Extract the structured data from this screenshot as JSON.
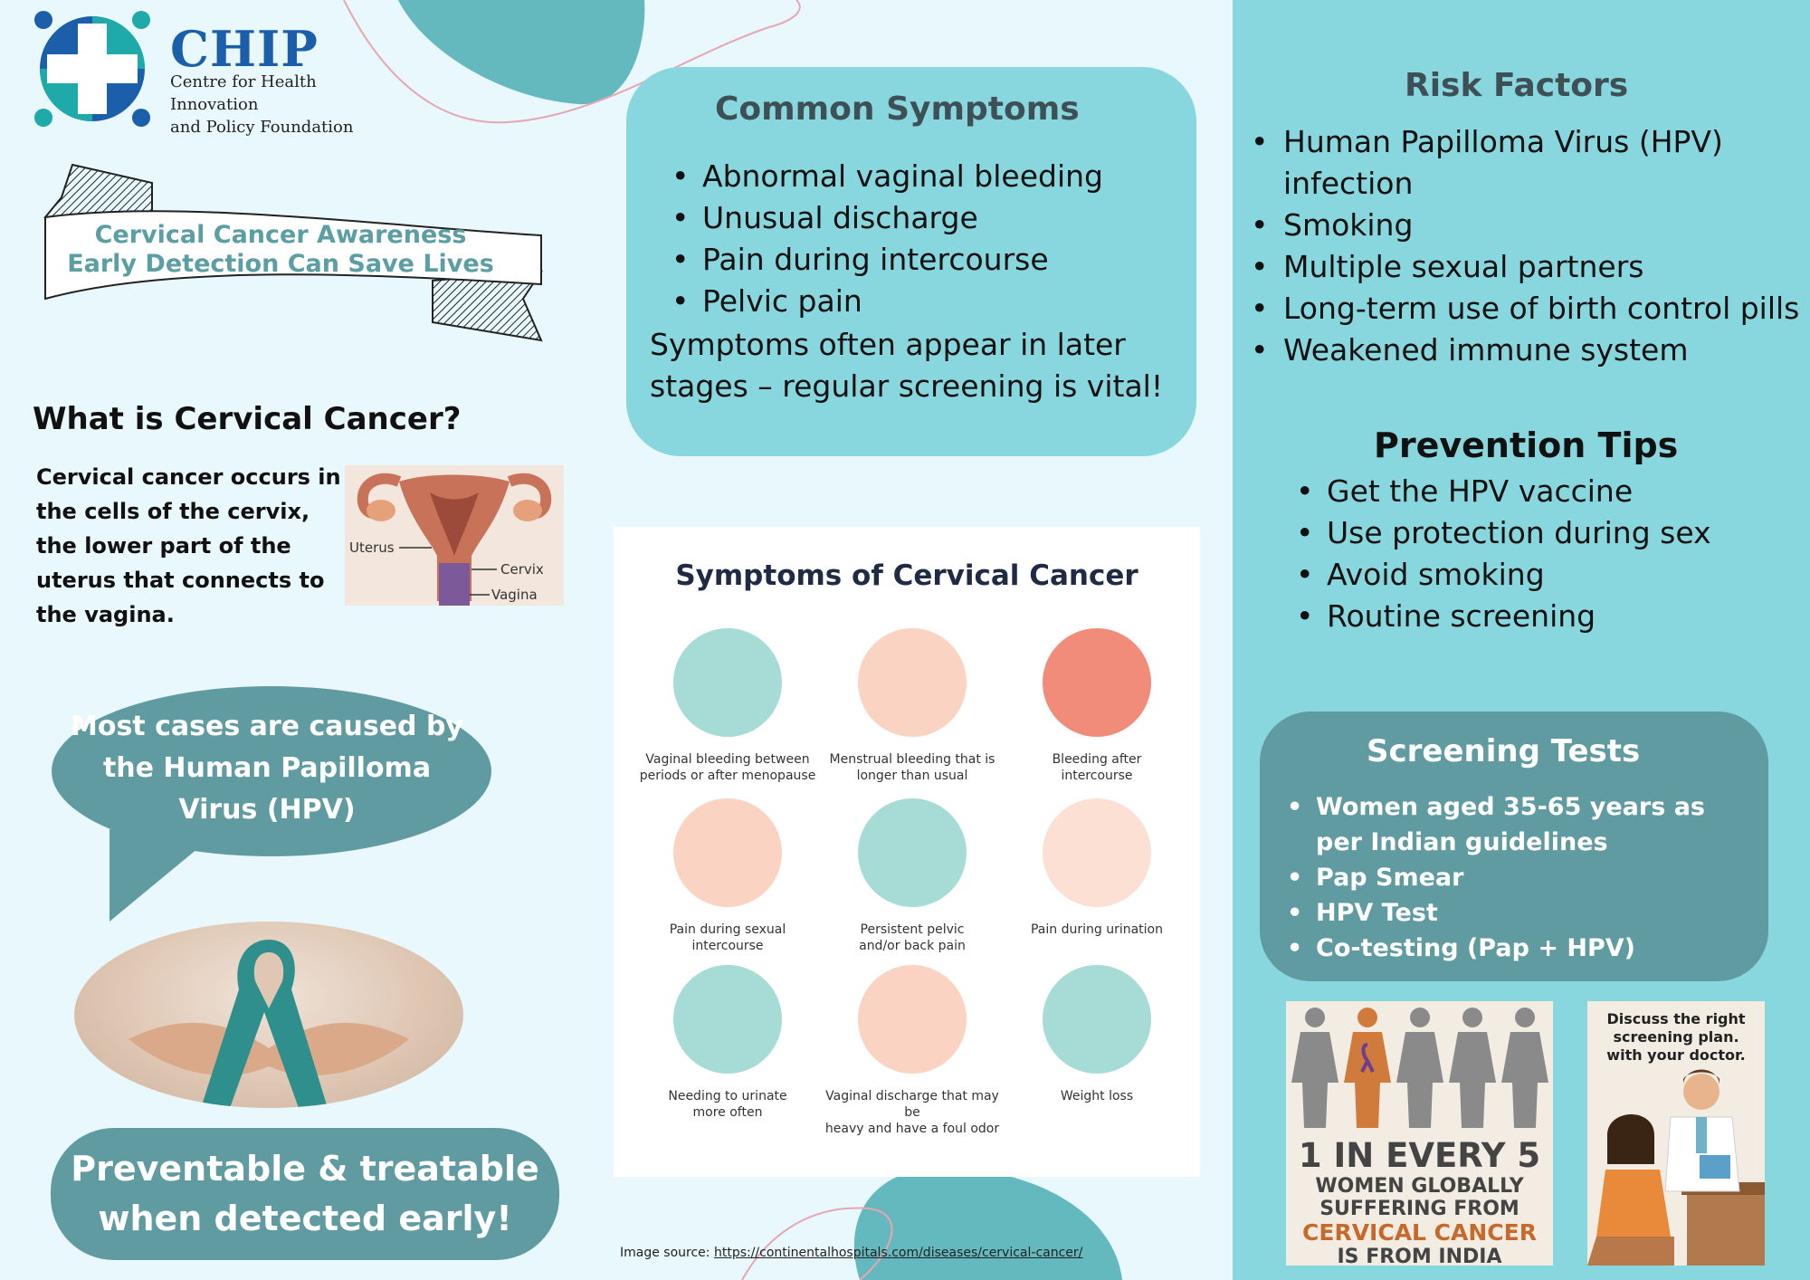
{
  "logo": {
    "title": "CHIP",
    "subtitle_line1": "Centre for Health Innovation",
    "subtitle_line2": "and Policy Foundation"
  },
  "banner": {
    "line1": "Cervical Cancer Awareness",
    "line2": "Early Detection Can Save Lives"
  },
  "what_is": {
    "title": "What is Cervical Cancer?",
    "body": "Cervical cancer occurs in the cells of the cervix, the lower part of the uterus that connects to the vagina.",
    "labels": {
      "uterus": "Uterus",
      "cervix": "Cervix",
      "vagina": "Vagina"
    }
  },
  "bubble": {
    "text": "Most cases are caused by the Human Papilloma Virus (HPV)"
  },
  "prevent": {
    "line1": "Preventable & treatable",
    "line2": "when detected early!"
  },
  "common_symptoms": {
    "title": "Common Symptoms",
    "items": [
      "Abnormal vaginal bleeding",
      "Unusual discharge",
      "Pain during intercourse",
      "Pelvic pain"
    ],
    "note": "Symptoms often appear in later stages – regular screening is vital!"
  },
  "infographic": {
    "title": "Symptoms of Cervical Cancer",
    "items": [
      {
        "line1": "Vaginal bleeding between",
        "line2": "periods or after menopause",
        "icon": "underwear-drop-icon"
      },
      {
        "line1": "Menstrual bleeding that is",
        "line2": "longer than usual",
        "icon": "calendar-icon"
      },
      {
        "line1": "Bleeding after",
        "line2": "intercourse",
        "icon": "bleeding-icon"
      },
      {
        "line1": "Pain during sexual",
        "line2": "intercourse",
        "icon": "no-heart-icon"
      },
      {
        "line1": "Persistent pelvic",
        "line2": "and/or back pain",
        "icon": "pelvic-pain-icon"
      },
      {
        "line1": "Pain during urination",
        "line2": "",
        "icon": "toilet-pain-icon"
      },
      {
        "line1": "Needing to urinate",
        "line2": "more often",
        "icon": "toilet-clock-icon"
      },
      {
        "line1": "Vaginal discharge that may be",
        "line2": "heavy and have a foul odor",
        "icon": "discharge-icon"
      },
      {
        "line1": "Weight loss",
        "line2": "",
        "icon": "scale-icon"
      }
    ]
  },
  "image_source": {
    "label": "Image source: ",
    "url": "https://continentalhospitals.com/diseases/cervical-cancer/"
  },
  "risk_factors": {
    "title": "Risk Factors",
    "items": [
      "Human Papilloma Virus (HPV) infection",
      "Smoking",
      "Multiple sexual partners",
      "Long-term use of birth control pills",
      "Weakened immune system"
    ]
  },
  "prevention": {
    "title": "Prevention Tips",
    "items": [
      "Get the HPV vaccine",
      "Use protection during sex",
      "Avoid smoking",
      "Routine screening"
    ]
  },
  "screening": {
    "title": "Screening Tests",
    "items": [
      "Women aged 35-65 years as per Indian guidelines",
      "Pap Smear",
      "HPV Test",
      "Co-testing (Pap + HPV)"
    ]
  },
  "stat_card": {
    "line1": "1 IN EVERY 5",
    "line2": "WOMEN GLOBALLY",
    "line3": "SUFFERING FROM",
    "line4": "CERVICAL CANCER",
    "line5": "IS FROM INDIA"
  },
  "doctor_card": {
    "line1": "Discuss the right",
    "line2": "screening plan.",
    "line3": "with your doctor."
  },
  "colors": {
    "teal_light": "#89d7de",
    "teal_dark": "#5f9ba0",
    "background": "#e8f8fc",
    "logo_blue": "#1b5ea9",
    "logo_teal": "#1fa9a8"
  }
}
